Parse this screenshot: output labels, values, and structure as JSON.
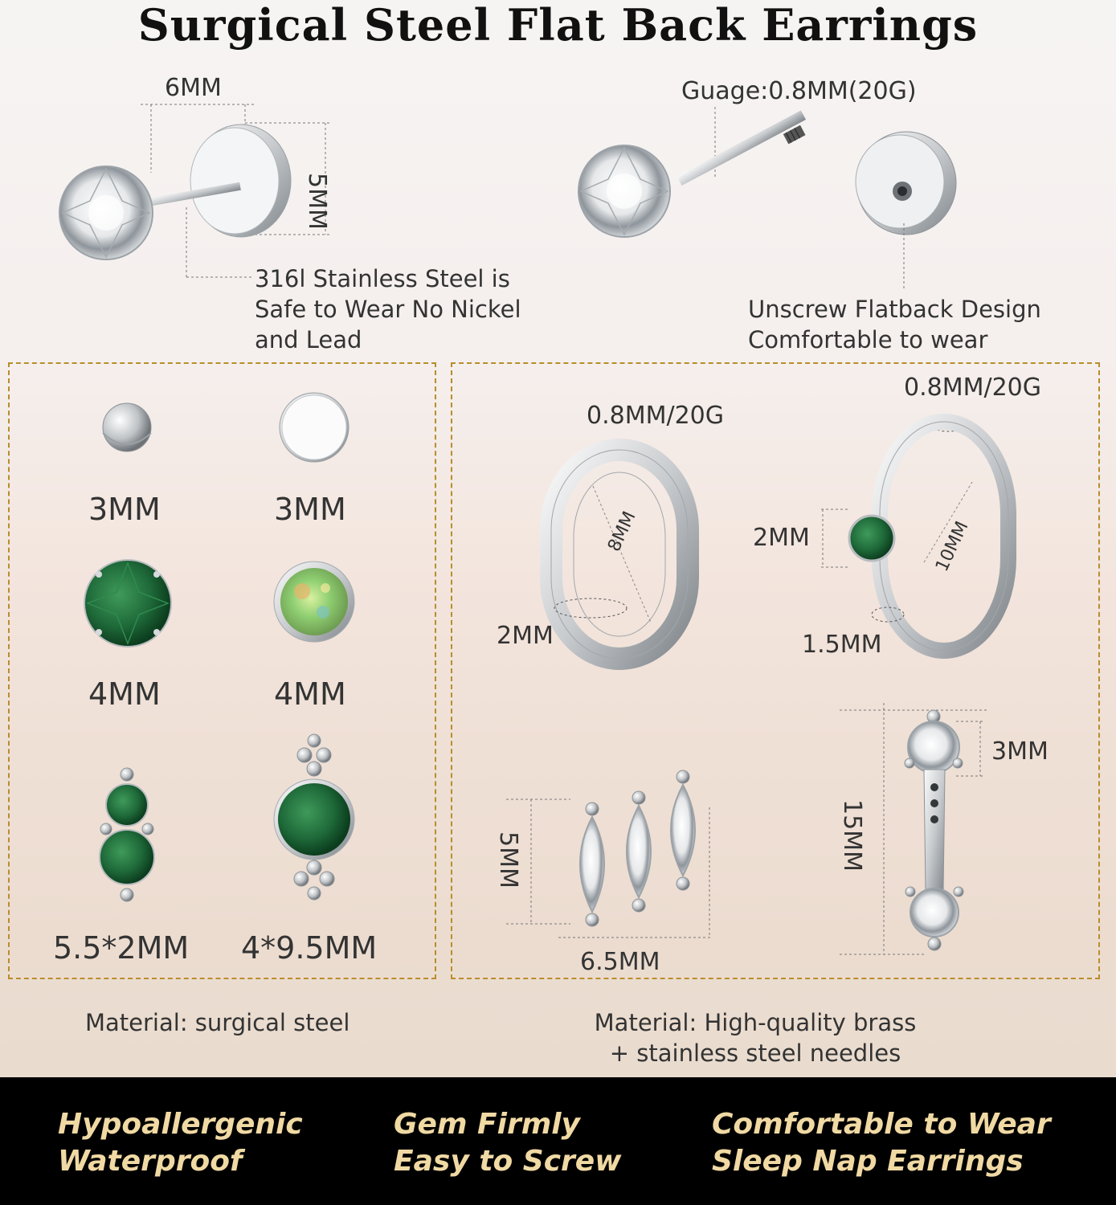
{
  "title": "Surgical Steel Flat Back Earrings",
  "top_left": {
    "width_label": "6MM",
    "height_label": "5MM",
    "material_note": [
      "316l Stainless Steel is",
      "Safe to Wear No Nickel",
      "and Lead"
    ]
  },
  "top_right": {
    "gauge_label": "Guage:0.8MM(20G)",
    "design_note": [
      "Unscrew Flatback Design",
      "Comfortable to wear"
    ]
  },
  "left_panel": {
    "items": [
      {
        "label": "3MM"
      },
      {
        "label": "3MM"
      },
      {
        "label": "4MM"
      },
      {
        "label": "4MM"
      },
      {
        "label": "5.5*2MM"
      },
      {
        "label": "4*9.5MM"
      }
    ],
    "material": "Material: surgical steel"
  },
  "right_panel": {
    "hoop1_gauge": "0.8MM/20G",
    "hoop1_inner": "8MM",
    "hoop1_width": "2MM",
    "hoop2_gauge": "0.8MM/20G",
    "hoop2_stone": "2MM",
    "hoop2_inner": "10MM",
    "hoop2_width": "1.5MM",
    "cluster_height": "5MM",
    "cluster_width": "6.5MM",
    "jacket_stone": "3MM",
    "jacket_length": "15MM",
    "material": [
      "Material: High-quality brass",
      "+ stainless steel needles"
    ]
  },
  "footer": {
    "columns": [
      [
        "Hypoallergenic",
        "Waterproof"
      ],
      [
        "Gem Firmly",
        "Easy to Screw"
      ],
      [
        "Comfortable to Wear",
        "Sleep Nap Earrings"
      ]
    ]
  },
  "colors": {
    "gold_border": "#b98d2c",
    "footer_bg": "#000000",
    "footer_text": "#f0d9a3",
    "emerald": "#1f6b3a"
  },
  "icons": [
    "round-crystal-stud-icon",
    "flatback-disc-icon",
    "steel-ball-icon",
    "flat-disc-icon",
    "emerald-stud-icon",
    "opal-stud-icon",
    "double-emerald-icon",
    "emerald-bead-icon",
    "huggie-hoop-icon",
    "emerald-hoop-icon",
    "marquise-cluster-icon",
    "ear-jacket-icon"
  ]
}
